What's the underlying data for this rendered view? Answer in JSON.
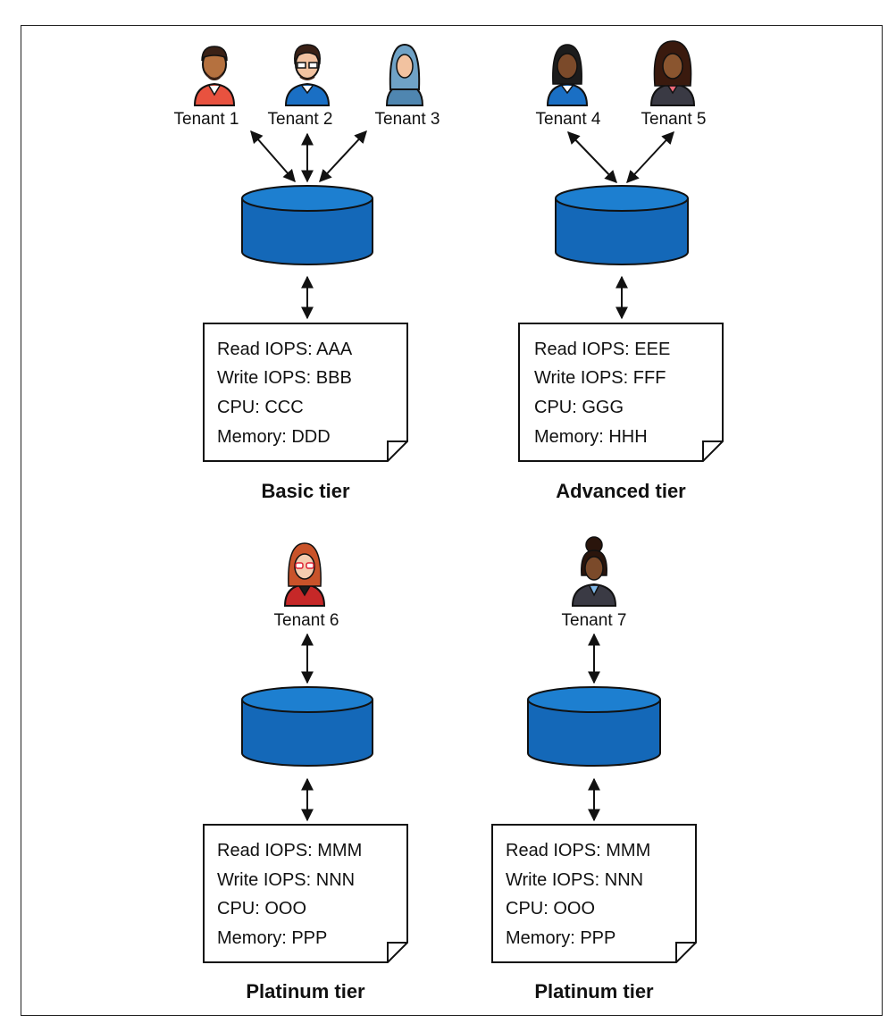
{
  "colors": {
    "db_fill": "#1468b8",
    "db_top": "#1d7fd0",
    "line": "#111111"
  },
  "groups": [
    {
      "tenants": [
        {
          "label": "Tenant 1",
          "avatar": "man-beard-orange"
        },
        {
          "label": "Tenant 2",
          "avatar": "man-glasses-blue"
        },
        {
          "label": "Tenant 3",
          "avatar": "woman-hijab"
        }
      ],
      "specs": [
        "Read IOPS: AAA",
        "Write IOPS: BBB",
        "CPU: CCC",
        "Memory: DDD"
      ],
      "tier": "Basic tier"
    },
    {
      "tenants": [
        {
          "label": "Tenant 4",
          "avatar": "woman-blue"
        },
        {
          "label": "Tenant 5",
          "avatar": "woman-curly-dark"
        }
      ],
      "specs": [
        "Read IOPS: EEE",
        "Write IOPS: FFF",
        "CPU: GGG",
        "Memory: HHH"
      ],
      "tier": "Advanced tier"
    },
    {
      "tenants": [
        {
          "label": "Tenant 6",
          "avatar": "woman-red-glasses"
        }
      ],
      "specs": [
        "Read IOPS: MMM",
        "Write IOPS: NNN",
        "CPU: OOO",
        "Memory: PPP"
      ],
      "tier": "Platinum tier"
    },
    {
      "tenants": [
        {
          "label": "Tenant 7",
          "avatar": "woman-bun-dark"
        }
      ],
      "specs": [
        "Read IOPS: MMM",
        "Write IOPS: NNN",
        "CPU: OOO",
        "Memory: PPP"
      ],
      "tier": "Platinum tier"
    }
  ]
}
